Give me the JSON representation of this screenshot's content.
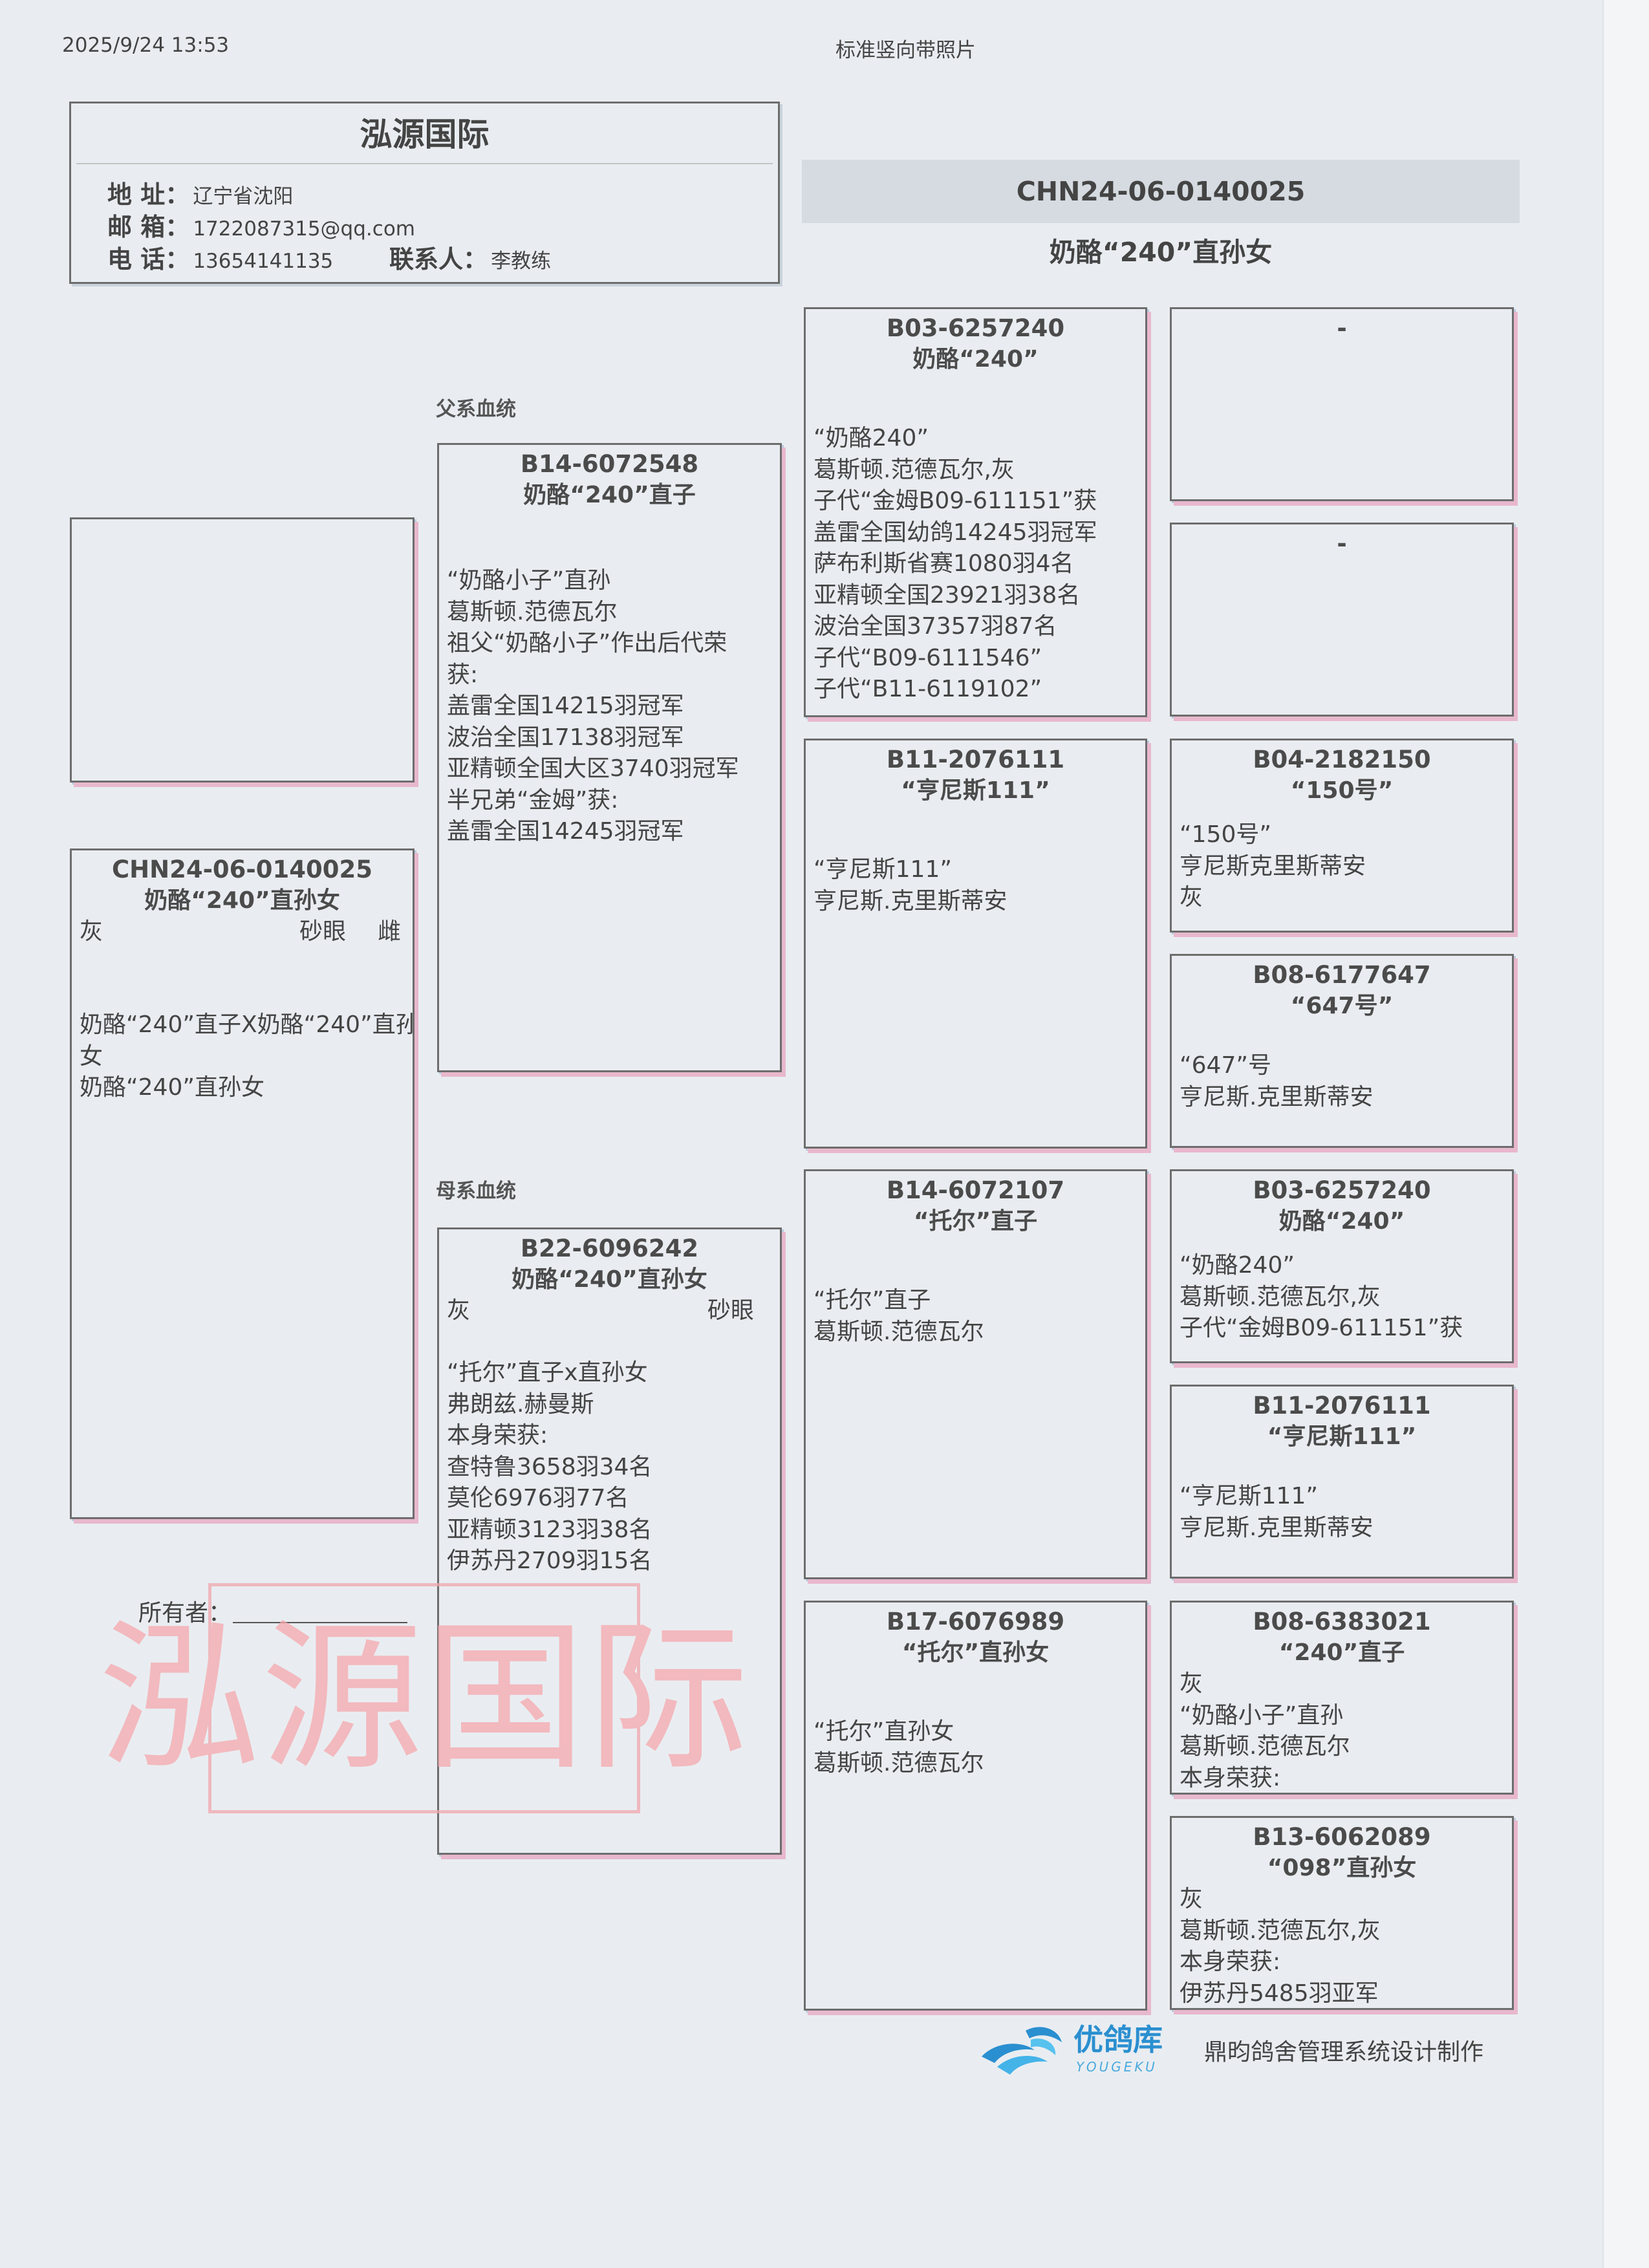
{
  "header": {
    "datetime": "2025/9/24 13:53",
    "page_title": "标准竖向带照片"
  },
  "contact": {
    "org_name": "泓源国际",
    "address_label": "地 址：",
    "address": "辽宁省沈阳",
    "email_label": "邮 箱：",
    "email": "1722087315@qq.com",
    "phone_label": "电 话：",
    "phone": "13654141135",
    "contact_label": "联系人：",
    "contact_person": "李教练"
  },
  "banner": {
    "ring": "CHN24-06-0140025",
    "name": "奶酪“240”直孙女"
  },
  "subject": {
    "ring": "CHN24-06-0140025",
    "name": "奶酪“240”直孙女",
    "color": "灰",
    "eye": "砂眼",
    "sex": "雌",
    "lines": [
      "奶酪“240”直子X奶酪“240”直孙",
      "女",
      "奶酪“240”直孙女"
    ]
  },
  "sections": {
    "sire_line": "父系血统",
    "dam_line": "母系血统"
  },
  "sire": {
    "ring": "B14-6072548",
    "name": "奶酪“240”直子",
    "lines": [
      "“奶酪小子”直孙",
      "葛斯顿.范德瓦尔",
      "祖父“奶酪小子”作出后代荣",
      "获:",
      "盖雷全国14215羽冠军",
      "波治全国17138羽冠军",
      "亚精顿全国大区3740羽冠军",
      "半兄弟“金姆”获:",
      "盖雷全国14245羽冠军"
    ]
  },
  "dam": {
    "ring": "B22-6096242",
    "name": "奶酪“240”直孙女",
    "color": "灰",
    "eye": "砂眼",
    "lines": [
      "“托尔”直子x直孙女",
      "弗朗兹.赫曼斯",
      "本身荣获:",
      "查特鲁3658羽34名",
      "莫伦6976羽77名",
      "亚精顿3123羽38名",
      "伊苏丹2709羽15名"
    ]
  },
  "gp": {
    "ss": {
      "ring": "B03-6257240",
      "name": "奶酪“240”",
      "lines": [
        "“奶酪240”",
        "葛斯顿.范德瓦尔,灰",
        "子代“金姆B09-611151”获",
        "盖雷全国幼鸽14245羽冠军",
        "萨布利斯省赛1080羽4名",
        "亚精顿全国23921羽38名",
        "波治全国37357羽87名",
        "子代“B09-6111546”",
        "子代“B11-6119102”"
      ]
    },
    "sd": {
      "ring": "B11-2076111",
      "name": "“亨尼斯111”",
      "lines": [
        "“亨尼斯111”",
        "亨尼斯.克里斯蒂安"
      ]
    },
    "ds": {
      "ring": "B14-6072107",
      "name": "“托尔”直子",
      "lines": [
        "“托尔”直子",
        "葛斯顿.范德瓦尔"
      ]
    },
    "dd": {
      "ring": "B17-6076989",
      "name": "“托尔”直孙女",
      "lines": [
        "“托尔”直孙女",
        "葛斯顿.范德瓦尔"
      ]
    }
  },
  "ggp": {
    "sss": {
      "ring": "-"
    },
    "ssd": {
      "ring": "-"
    },
    "sds": {
      "ring": "B04-2182150",
      "name": "“150号”",
      "lines": [
        "“150号”",
        "亨尼斯克里斯蒂安",
        "灰"
      ]
    },
    "sdd": {
      "ring": "B08-6177647",
      "name": "“647号”",
      "lines": [
        "“647”号",
        "亨尼斯.克里斯蒂安"
      ]
    },
    "dss": {
      "ring": "B03-6257240",
      "name": "奶酪“240”",
      "lines": [
        "“奶酪240”",
        "葛斯顿.范德瓦尔,灰",
        "子代“金姆B09-611151”获"
      ]
    },
    "dsd": {
      "ring": "B11-2076111",
      "name": "“亨尼斯111”",
      "lines": [
        "“亨尼斯111”",
        "亨尼斯.克里斯蒂安"
      ]
    },
    "dds": {
      "ring": "B08-6383021",
      "name": "“240”直子",
      "lines": [
        "灰",
        "“奶酪小子”直孙",
        "葛斯顿.范德瓦尔",
        "本身荣获:"
      ]
    },
    "ddd": {
      "ring": "B13-6062089",
      "name": "“098”直孙女",
      "lines": [
        "灰",
        "葛斯顿.范德瓦尔,灰",
        "本身荣获:",
        "伊苏丹5485羽亚军"
      ]
    }
  },
  "owner": {
    "label": "所有者：",
    "value": ""
  },
  "stamp": {
    "text": "泓源国际"
  },
  "footer": {
    "logo_cn": "优鸽库",
    "logo_en": "YOUGEKU",
    "credit": "鼎昀鸽舍管理系统设计制作"
  },
  "colors": {
    "text": "#444444",
    "border": "#6d6d6d",
    "shadow_pink": "#e8b8cd",
    "shadow_blue": "#b6cbe0",
    "logo_blue": "#2a8fd0",
    "stamp_red": "#f5a8ae"
  }
}
